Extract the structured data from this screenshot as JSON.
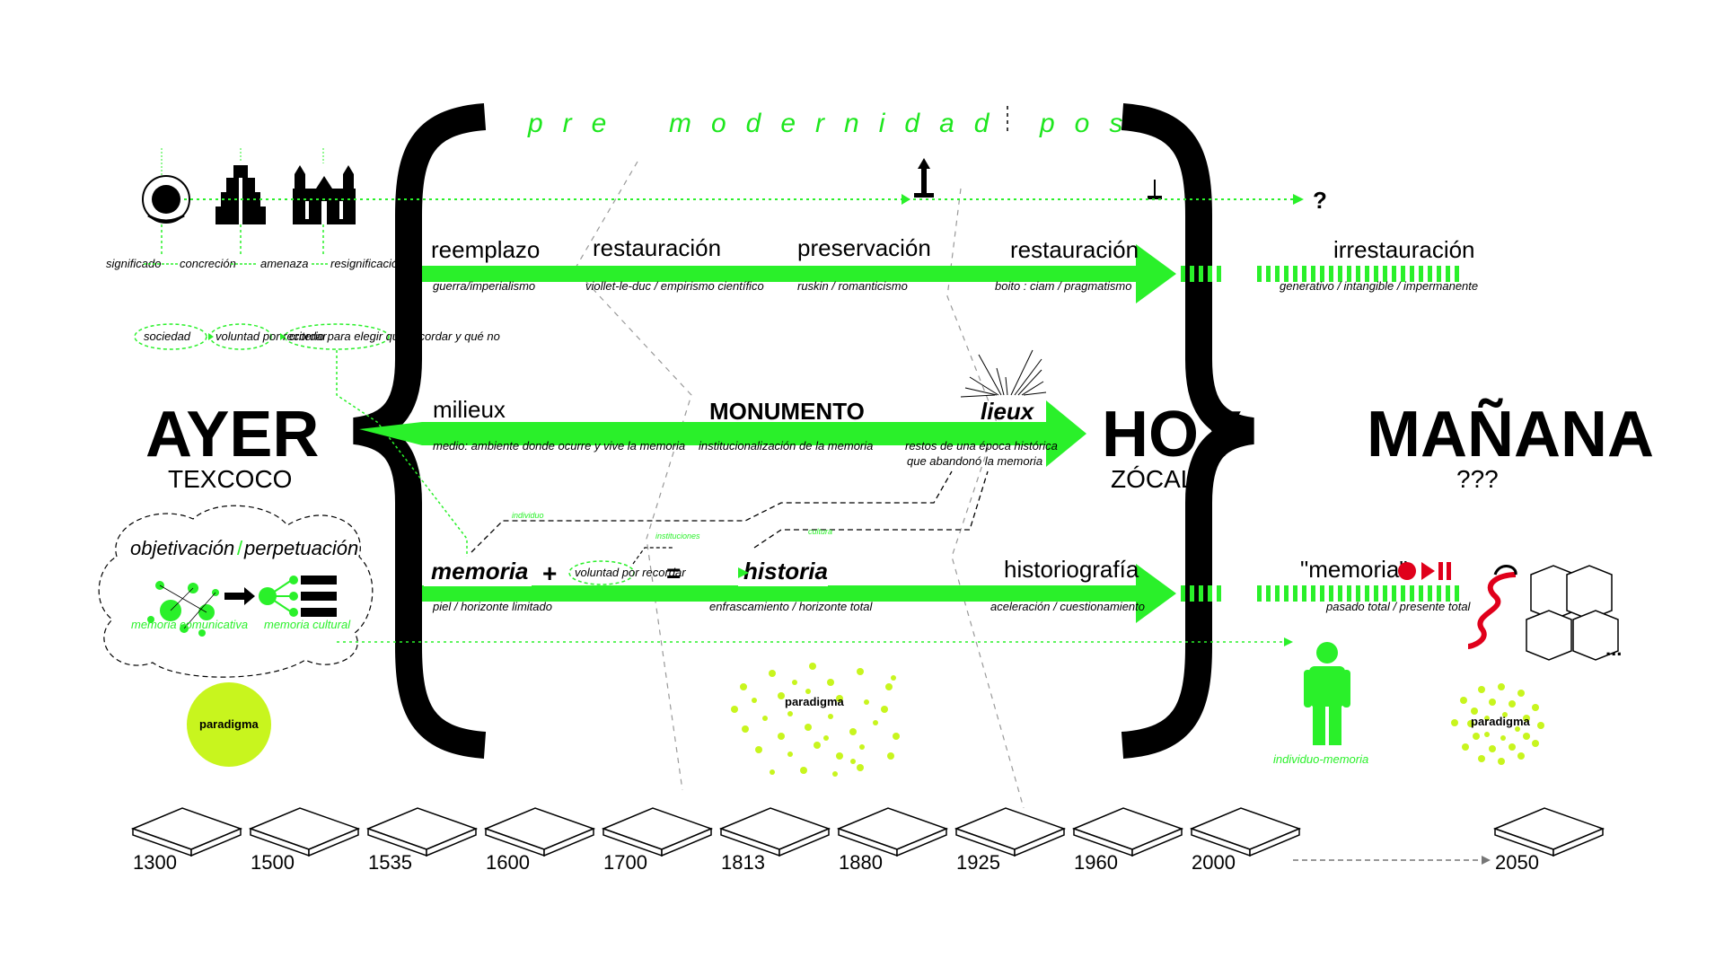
{
  "era_header": {
    "pre": "pre",
    "mid": "modernidad",
    "post": "pos"
  },
  "ayer": {
    "title": "AYER",
    "subtitle": "TEXCOCO"
  },
  "hoy": {
    "title": "HOY",
    "subtitle": "ZÓCALO"
  },
  "manana": {
    "title": "MAÑANA",
    "subtitle": "???"
  },
  "top_chain": {
    "labels": [
      "significado",
      "concreción",
      "amenaza",
      "resignificación"
    ],
    "question": "?"
  },
  "social_chain": [
    "sociedad",
    "voluntad por recordar",
    "criterio para elegir qué recordar y qué no"
  ],
  "row1": {
    "terms": [
      "reemplazo",
      "restauración",
      "preservación",
      "restauración",
      "irrestauración"
    ],
    "captions": [
      "guerra/imperialismo",
      "viollet-le-duc / empirismo científico",
      "ruskin / romanticismo",
      "boito : ciam / pragmatismo",
      "generativo / intangible / impermanente"
    ]
  },
  "row2": {
    "terms": [
      "milieux",
      "MONUMENTO",
      "lieux"
    ],
    "captions": [
      "medio: ambiente donde ocurre y vive la memoria",
      "institucionalización de la memoria",
      "restos de una época histórica",
      "que abandonó la memoria"
    ]
  },
  "row3": {
    "memoria": "memoria",
    "plus": "+",
    "voluntad": "voluntad por recordar",
    "equals": "=",
    "historia": "historia",
    "historiografia": "historiografía",
    "memoria_future": "\"memoria\"",
    "captions": [
      "piel / horizonte limitado",
      "enfrascamiento / horizonte total",
      "aceleración / cuestionamiento",
      "pasado total / presente total"
    ],
    "small_labels": [
      "individuo",
      "instituciones",
      "cultura"
    ]
  },
  "objetivacion": {
    "title_a": "objetivación",
    "slash": "/",
    "title_b": "perpetuación",
    "left": "memoria comunicativa",
    "right": "memoria cultural"
  },
  "paradigma": [
    "paradigma",
    "paradigma",
    "paradigma"
  ],
  "individuo": "individuo-memoria",
  "ellipsis": "...",
  "timeline": {
    "years": [
      "1300",
      "1500",
      "1535",
      "1600",
      "1700",
      "1813",
      "1880",
      "1925",
      "1960",
      "2000",
      "2050"
    ]
  },
  "colors": {
    "accent": "#2af02a",
    "lime": "#c8f51e",
    "red": "#e0001b",
    "brace": "#000000"
  }
}
